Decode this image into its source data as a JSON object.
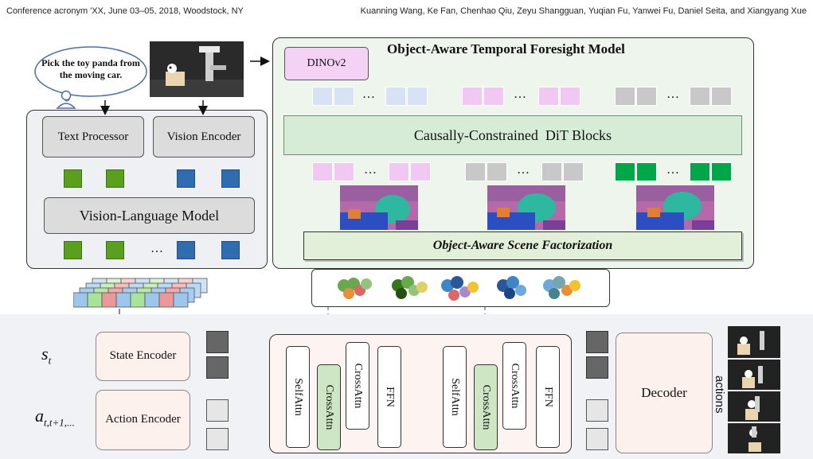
{
  "header": {
    "left": "Conference acronym 'XX, June 03–05, 2018, Woodstock, NY",
    "right": "Kuanning Wang, Ke Fan, Chenhao Qiu, Zeyu Shangguan, Yuqian Fu, Yanwei Fu, Daniel Seita, and Xiangyang Xue"
  },
  "vlm": {
    "speech": "Pick the toy panda from the moving car.",
    "text_processor": "Text Processor",
    "vision_encoder": "Vision Encoder",
    "model": "Vision-Language Model",
    "ellipsis": "…"
  },
  "foresight": {
    "title": "Object-Aware Temporal Foresight Model",
    "dino": "DINOv2",
    "dit": "Causally-Constrained  DiT Blocks",
    "factorization": "Object-Aware Scene Factorization",
    "ellipsis": "…"
  },
  "policy": {
    "state_symbol": "s",
    "state_sub": "t",
    "action_symbol": "a",
    "action_sub": "t,t+1,...",
    "state_encoder": "State Encoder",
    "action_encoder": "Action Encoder",
    "blocks": [
      "SelfAttn",
      "CrossAttn",
      "CrossAttn",
      "FFN",
      "SelfAttn",
      "CrossAttn",
      "CrossAttn",
      "FFN"
    ],
    "decoder": "Decoder",
    "actions_label": "actions"
  },
  "colors": {
    "green_token": "#5aa01e",
    "blue_token": "#2f6cb0",
    "lavender_token": "#f0c8f2",
    "light_blue_token": "#d7e2f5",
    "gray_token": "#c8c8c8",
    "bright_green_token": "#00a64a",
    "panel_green": "#eef5ec",
    "panel_gray": "#eef0f4",
    "dit_green": "#d6ecd6",
    "crossattn_green": "#cfe6c4"
  }
}
